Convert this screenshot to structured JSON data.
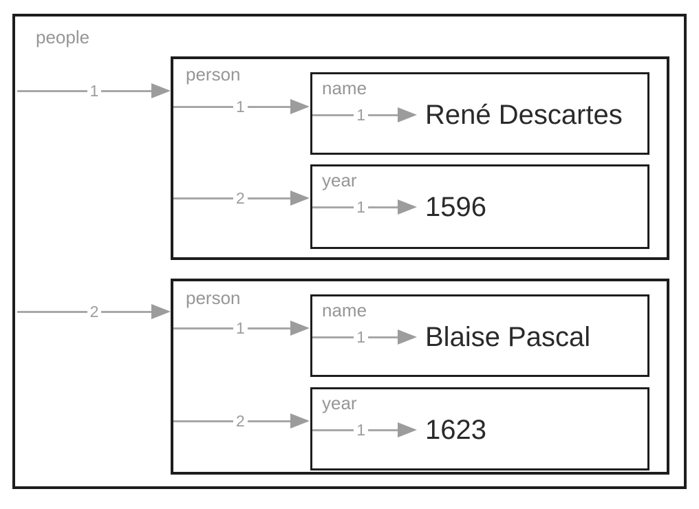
{
  "colors": {
    "border": "#1d1d1d",
    "label_gray": "#969696",
    "arrow_gray": "#9c9c9c",
    "value_text": "#2a2a2a",
    "background": "#ffffff"
  },
  "people": {
    "label": "people",
    "items": [
      {
        "index": "1",
        "label": "person",
        "fields": [
          {
            "index": "1",
            "label": "name",
            "inner_index": "1",
            "value": "René Descartes"
          },
          {
            "index": "2",
            "label": "year",
            "inner_index": "1",
            "value": "1596"
          }
        ]
      },
      {
        "index": "2",
        "label": "person",
        "fields": [
          {
            "index": "1",
            "label": "name",
            "inner_index": "1",
            "value": "Blaise Pascal"
          },
          {
            "index": "2",
            "label": "year",
            "inner_index": "1",
            "value": "1623"
          }
        ]
      }
    ]
  }
}
